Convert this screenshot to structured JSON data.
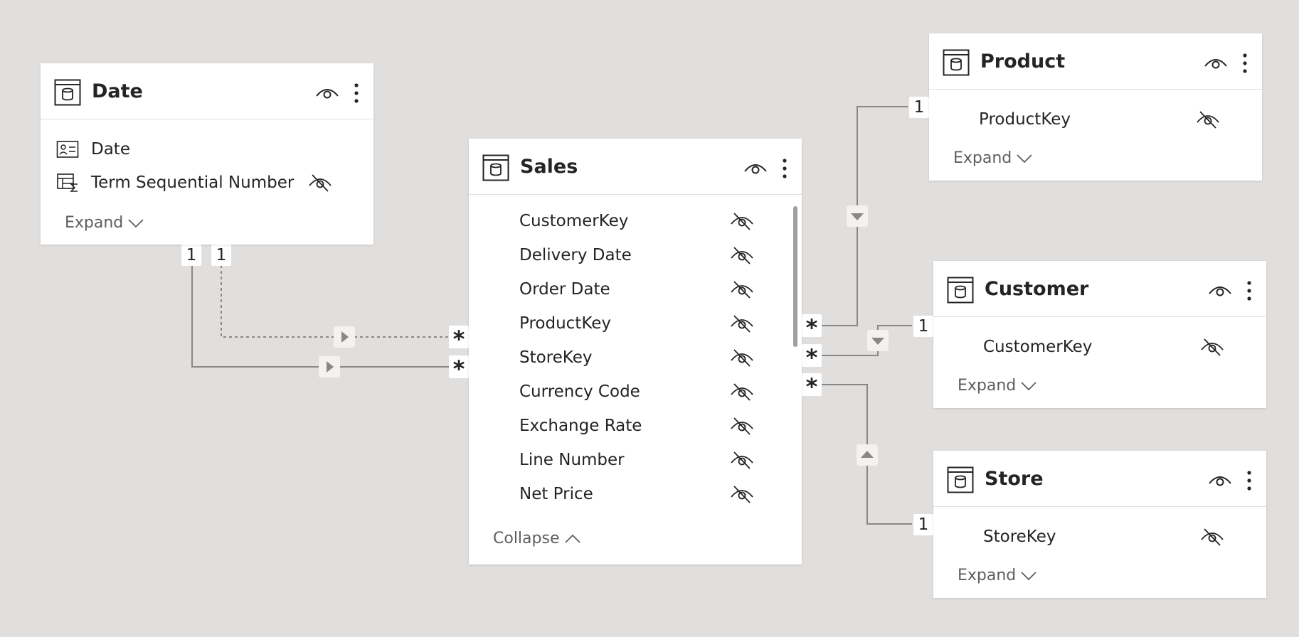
{
  "tables": {
    "date": {
      "title": "Date",
      "fields": [
        {
          "label": "Date",
          "icon": "calendar-field-icon"
        },
        {
          "label": "Term Sequential Number",
          "icon": "calculated-table-icon",
          "hidden": true
        }
      ],
      "toggle_label": "Expand"
    },
    "sales": {
      "title": "Sales",
      "fields": [
        {
          "label": "CustomerKey",
          "hidden": true
        },
        {
          "label": "Delivery Date",
          "hidden": true
        },
        {
          "label": "Order Date",
          "hidden": true
        },
        {
          "label": "ProductKey",
          "hidden": true
        },
        {
          "label": "StoreKey",
          "hidden": true
        },
        {
          "label": "Currency Code",
          "hidden": true
        },
        {
          "label": "Exchange Rate",
          "hidden": true
        },
        {
          "label": "Line Number",
          "hidden": true
        },
        {
          "label": "Net Price",
          "hidden": true
        }
      ],
      "toggle_label": "Collapse"
    },
    "product": {
      "title": "Product",
      "fields": [
        {
          "label": "ProductKey",
          "hidden": true
        }
      ],
      "toggle_label": "Expand"
    },
    "customer": {
      "title": "Customer",
      "fields": [
        {
          "label": "CustomerKey",
          "hidden": true
        }
      ],
      "toggle_label": "Expand"
    },
    "store": {
      "title": "Store",
      "fields": [
        {
          "label": "StoreKey",
          "hidden": true
        }
      ],
      "toggle_label": "Expand"
    }
  },
  "relationships": {
    "date_sales_inactive": {
      "one": "1",
      "many": "*",
      "style": "dashed",
      "direction": "right"
    },
    "date_sales_active": {
      "one": "1",
      "many": "*",
      "style": "solid",
      "direction": "right"
    },
    "product_sales": {
      "one": "1",
      "many": "*",
      "style": "solid",
      "direction": "down"
    },
    "customer_sales": {
      "one": "1",
      "many": "*",
      "style": "solid",
      "direction": "down"
    },
    "store_sales": {
      "one": "1",
      "many": "*",
      "style": "solid",
      "direction": "up"
    }
  },
  "colors": {
    "canvas": "#e1dfdd",
    "card": "#ffffff",
    "line": "#8a8886",
    "text": "#252423",
    "muted": "#605e5c"
  }
}
